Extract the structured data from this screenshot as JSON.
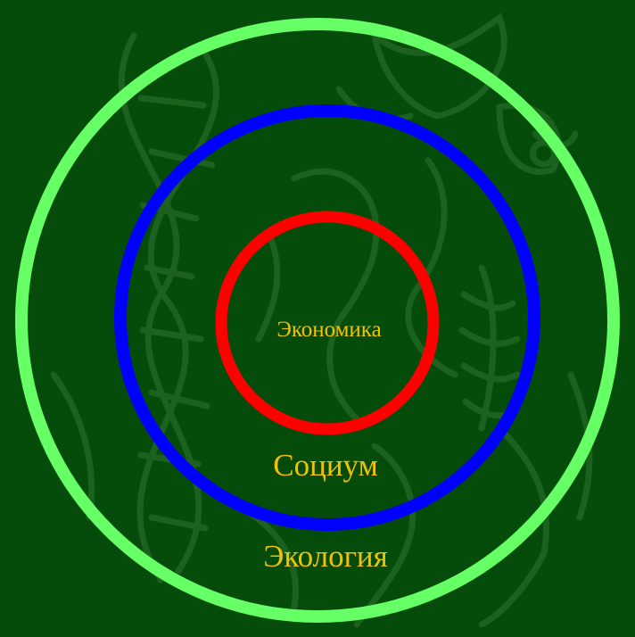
{
  "colors": {
    "background": "#054b0a",
    "background_art": "#1f6420",
    "label_text": "#f2c200"
  },
  "diagram": {
    "type": "concentric-circles",
    "rings": [
      {
        "id": "ecology",
        "label": "Экология",
        "color": "#66ff66"
      },
      {
        "id": "society",
        "label": "Социум",
        "color": "#0000ff"
      },
      {
        "id": "economy",
        "label": "Экономика",
        "color": "#ff0000"
      }
    ]
  }
}
